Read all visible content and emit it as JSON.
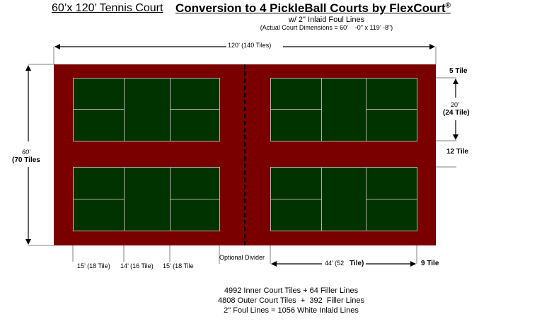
{
  "header": {
    "left_title": "60’x 120’ Tennis Court",
    "main_title": "Conversion to 4 PickleBall Courts by FlexCourt",
    "registered_mark": "®",
    "subtitle": "w/ 2\" Inlaid Foul Lines",
    "dimensions_note": "(Actual Court Dimensions = 60’    -0\" x 119’ -8\")"
  },
  "colors": {
    "surround": "#7a0000",
    "court": "#003300",
    "court_lines": "#b0b0a8",
    "divider": "#000000",
    "dimension_lines": "#808080"
  },
  "dimensions": {
    "top_width": "120’ (140 Tiles)",
    "left_height_ft": "60’",
    "left_height_tiles": "(70 Tiles",
    "right_top_margin": "5 Tile",
    "right_court_width_ft": "20’",
    "right_court_width_tiles": "(24 Tile)",
    "right_center_gap": "12 Tile",
    "bottom_zone_1": "15’ (18 Tile)",
    "bottom_zone_2": "14’ (16 Tile)",
    "bottom_zone_3": "15’ (18 Tile",
    "divider_label": "Optional Divider",
    "court_length_ft": "44’ (52",
    "court_length_tiles": "Tile)",
    "end_margin": "9 Tile"
  },
  "courts": [
    {
      "name": "court-top-left"
    },
    {
      "name": "court-top-right"
    },
    {
      "name": "court-bottom-left"
    },
    {
      "name": "court-bottom-right"
    }
  ],
  "footer": {
    "line1": "4992 Inner Court Tiles + 64 Filler Lines",
    "line2": "4808 Outer Court Tiles  +  392  Filler Lines",
    "line3": "2\" Foul Lines = 1056 White Inlaid Lines"
  }
}
